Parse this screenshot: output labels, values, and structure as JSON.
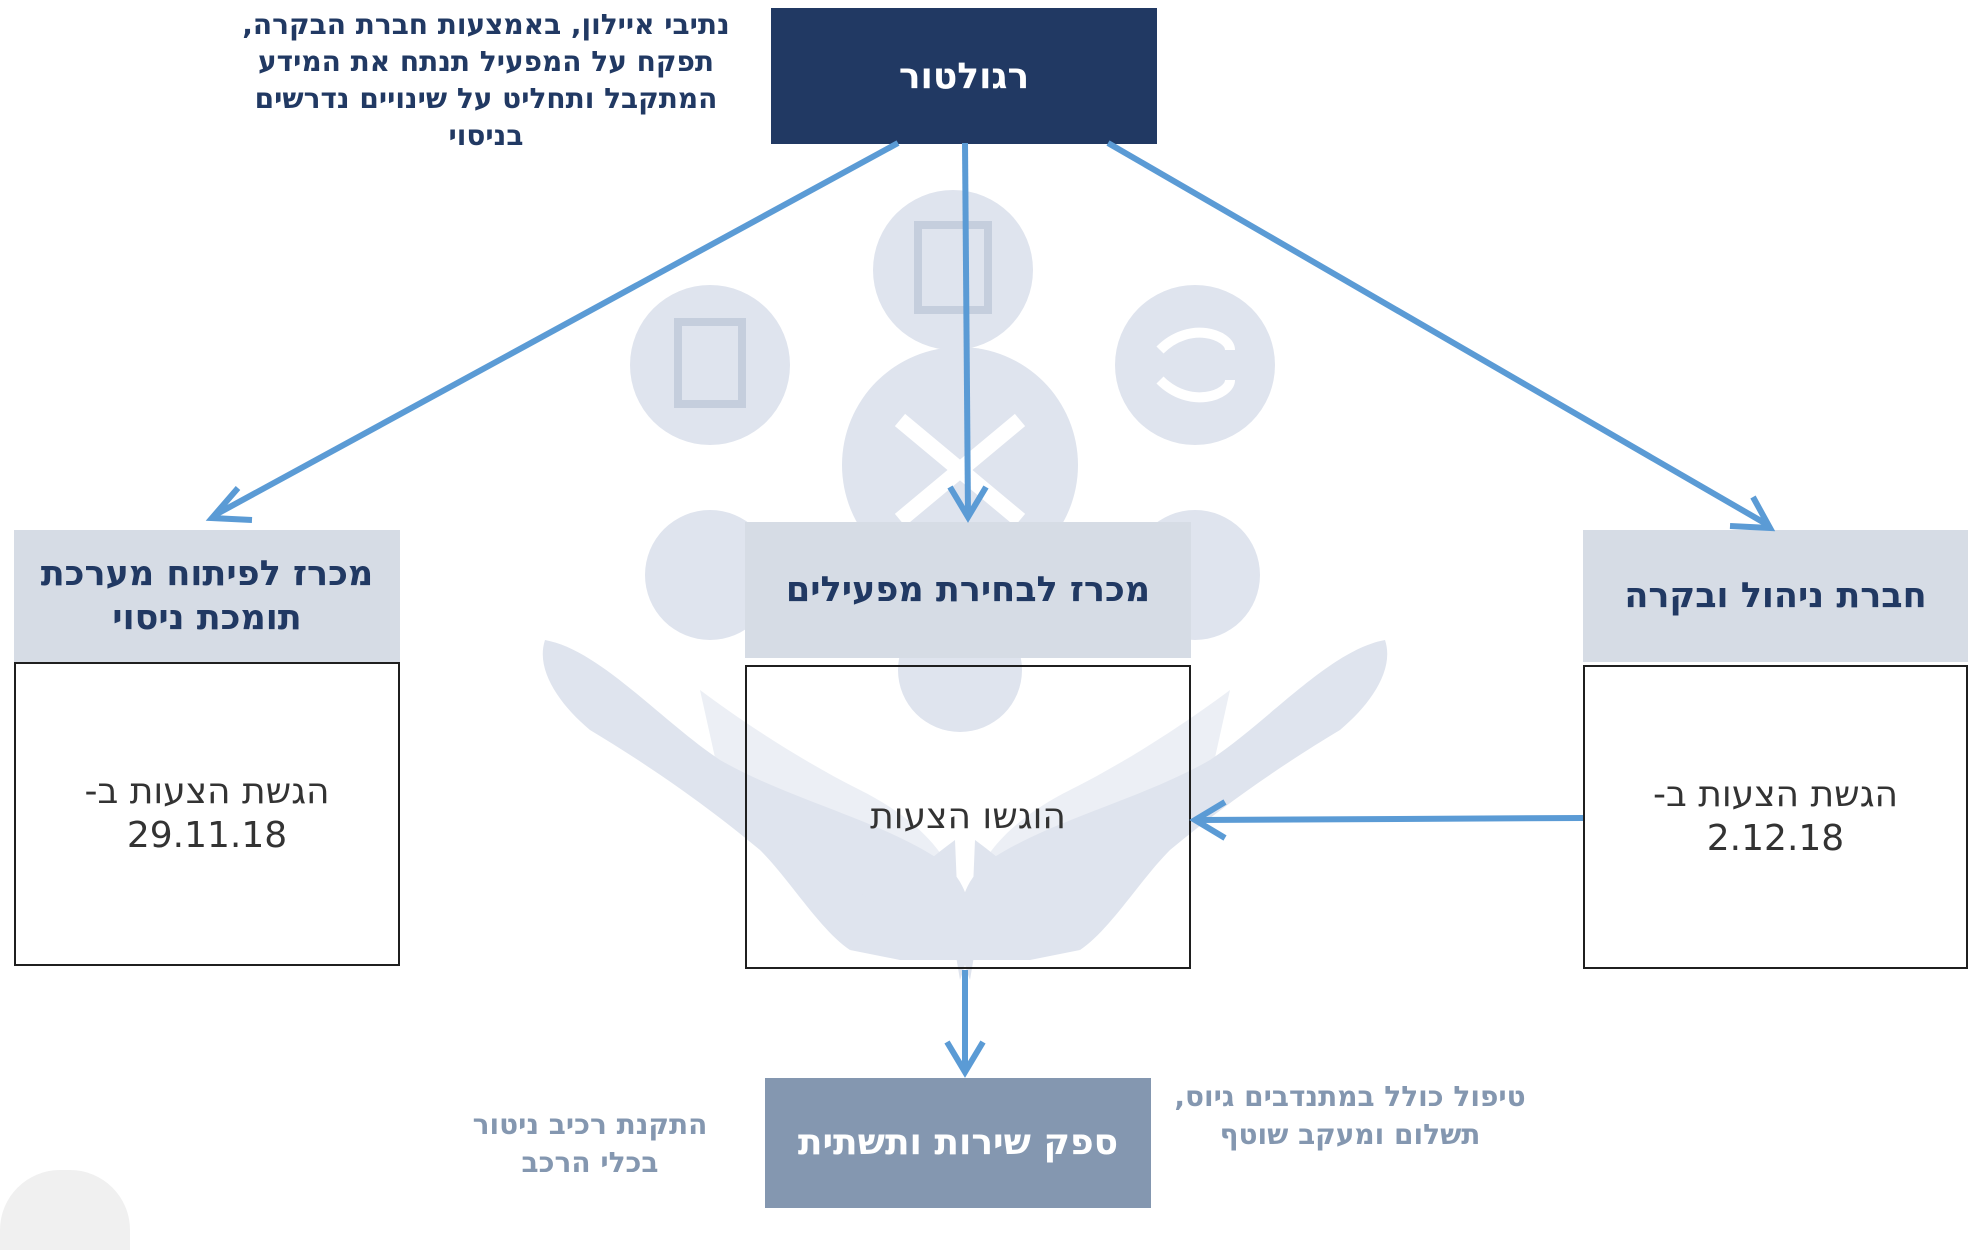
{
  "regulator": {
    "title": "רגולטור",
    "note": "נתיבי איילון, באמצעות חברת הבקרה, תפקח על המפעיל תנתח את המידע המתקבל ותחליט על שינויים נדרשים בניסוי"
  },
  "tenders": [
    {
      "header": "מכרז לפיתוח מערכת תומכת ניסוי",
      "body_line1": "הגשת הצעות ב-",
      "body_line2": "29.11.18"
    },
    {
      "header": "מכרז לבחירת מפעילים",
      "body_line1": "הוגשו הצעות",
      "body_line2": ""
    },
    {
      "header": "חברת ניהול ובקרה",
      "body_line1": "הגשת הצעות ב-",
      "body_line2": "2.12.18"
    }
  ],
  "service_provider": {
    "title": "ספק שירות ותשתית",
    "left_note": "התקנת רכיב ניטור בכלי הרכב",
    "right_note": "טיפול כולל במתנדבים גיוס, תשלום ומעקב שוטף"
  },
  "colors": {
    "navy": "#213963",
    "header_bg": "#d6dce5",
    "service_bg": "#8497b0",
    "arrow": "#5b9bd5",
    "watermark": "#dfe4ee"
  }
}
